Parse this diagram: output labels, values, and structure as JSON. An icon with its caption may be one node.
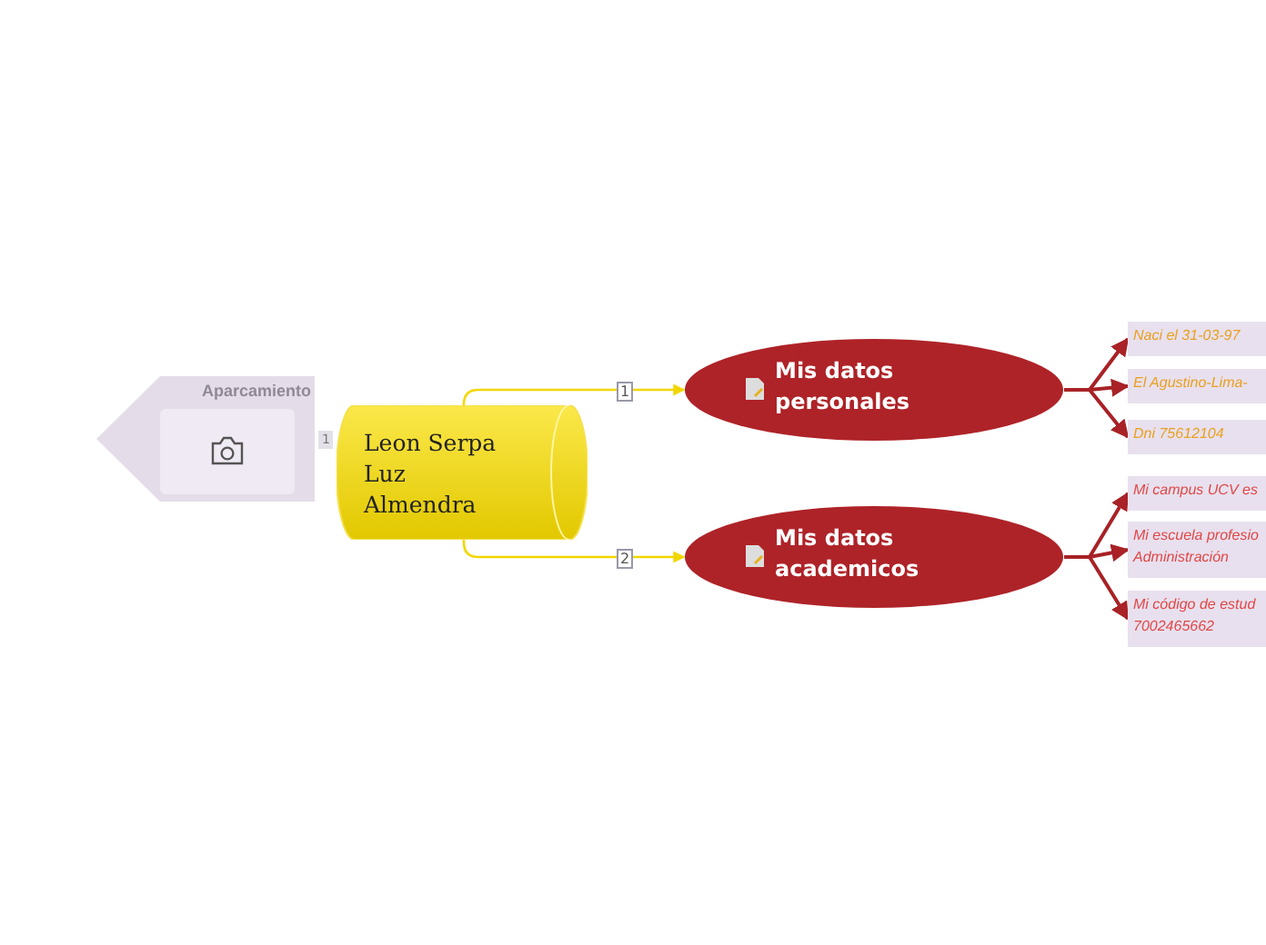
{
  "diagram": {
    "nodes": [
      {
        "text": [
          "Aparcamiento"
        ]
      },
      {
        "text": [
          "Leon Serpa Luz Almendra"
        ]
      },
      {
        "text": [
          "Mis datos personales"
        ]
      },
      {
        "text": [
          "Mis datos academicos"
        ]
      },
      {
        "text": [
          "Naci el 31-03-97"
        ]
      },
      {
        "text": [
          "El Agustino-Lima-"
        ]
      },
      {
        "text": [
          "Dni 75612104"
        ]
      },
      {
        "text": [
          "Mi campus UCV es"
        ]
      },
      {
        "text": [
          "Mi escuela profesio Administración"
        ]
      },
      {
        "text": [
          "Mi código de estud 7002465662"
        ]
      }
    ],
    "edges": [
      {
        "from": 1,
        "to": 2,
        "arrow": "to",
        "label": "1",
        "color": "#f2d600"
      },
      {
        "from": 1,
        "to": 3,
        "arrow": "to",
        "label": "2",
        "color": "#f2d600"
      },
      {
        "from": 2,
        "to": 4,
        "arrow": "to"
      },
      {
        "from": 2,
        "to": 5,
        "arrow": "to"
      },
      {
        "from": 2,
        "to": 6,
        "arrow": "to"
      },
      {
        "from": 3,
        "to": 7,
        "arrow": "to"
      },
      {
        "from": 3,
        "to": 8,
        "arrow": "to"
      },
      {
        "from": 3,
        "to": 9,
        "arrow": "to"
      }
    ],
    "labels": [
      "1"
    ]
  }
}
